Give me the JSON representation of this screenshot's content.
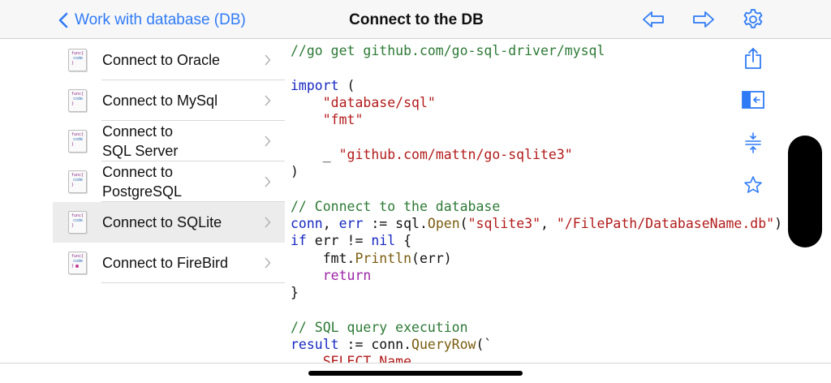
{
  "nav": {
    "back_label": "Work with database (DB)",
    "title": "Connect to the DB"
  },
  "sidebar": {
    "items": [
      {
        "lines": [
          "Connect to Oracle"
        ],
        "selected": false
      },
      {
        "lines": [
          "Connect to MySql"
        ],
        "selected": false
      },
      {
        "lines": [
          "Connect to",
          "SQL Server"
        ],
        "selected": false
      },
      {
        "lines": [
          "Connect to",
          "PostgreSQL"
        ],
        "selected": false
      },
      {
        "lines": [
          "Connect to SQLite"
        ],
        "selected": true
      },
      {
        "lines": [
          "Connect to FireBird"
        ],
        "selected": false
      }
    ],
    "icon_text": [
      "func{",
      "code",
      "}"
    ]
  },
  "code": {
    "lines": [
      [
        [
          "com",
          "//go get github.com/go-sql-driver/mysql"
        ]
      ],
      [],
      [
        [
          "kw",
          "import"
        ],
        [
          "id",
          " ("
        ]
      ],
      [
        [
          "id",
          "    "
        ],
        [
          "str",
          "\"database/sql\""
        ]
      ],
      [
        [
          "id",
          "    "
        ],
        [
          "str",
          "\"fmt\""
        ]
      ],
      [],
      [
        [
          "id",
          "    _ "
        ],
        [
          "str",
          "\"github.com/mattn/go-sqlite3\""
        ]
      ],
      [
        [
          "id",
          ")"
        ]
      ],
      [],
      [
        [
          "com",
          "// Connect to the database"
        ]
      ],
      [
        [
          "kw",
          "conn"
        ],
        [
          "id",
          ", "
        ],
        [
          "kw",
          "err"
        ],
        [
          "id",
          " := sql."
        ],
        [
          "fn",
          "Open"
        ],
        [
          "id",
          "("
        ],
        [
          "str",
          "\"sqlite3\""
        ],
        [
          "id",
          ", "
        ],
        [
          "str",
          "\"/FilePath/DatabaseName.db\""
        ],
        [
          "id",
          ")"
        ]
      ],
      [
        [
          "kw",
          "if"
        ],
        [
          "id",
          " err != "
        ],
        [
          "kw",
          "nil"
        ],
        [
          "id",
          " {"
        ]
      ],
      [
        [
          "id",
          "    fmt."
        ],
        [
          "fn",
          "Println"
        ],
        [
          "id",
          "(err)"
        ]
      ],
      [
        [
          "id",
          "    "
        ],
        [
          "ret",
          "return"
        ]
      ],
      [
        [
          "id",
          "}"
        ]
      ],
      [],
      [
        [
          "com",
          "// SQL query execution"
        ]
      ],
      [
        [
          "kw",
          "result"
        ],
        [
          "id",
          " := conn."
        ],
        [
          "fn",
          "QueryRow"
        ],
        [
          "id",
          "(`"
        ]
      ],
      [
        [
          "str",
          "    SELECT Name"
        ]
      ]
    ]
  },
  "icons": {
    "back": "chevron-left-icon",
    "prev": "arrow-left-icon",
    "next": "arrow-right-icon",
    "settings": "gear-icon",
    "share": "share-icon",
    "sidebar_toggle": "sidebar-collapse-icon",
    "collapse": "collapse-vertical-icon",
    "favorite": "star-icon"
  },
  "colors": {
    "accent": "#2f7bf6",
    "comment": "#2d7a36",
    "keyword": "#1729c2",
    "string": "#b31b1b",
    "function": "#7a5c0d"
  }
}
